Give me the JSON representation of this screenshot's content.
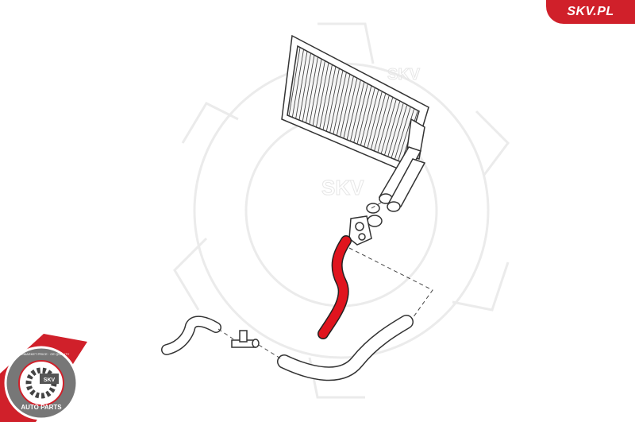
{
  "brand": {
    "badge_text": "SKV.PL",
    "watermark_text": "SKV",
    "logo": {
      "center_text": "SKV",
      "ring_top_text": "AFTERMARKET PRICE · OE QUALITY",
      "ring_bottom_text": "AUTO PARTS"
    }
  },
  "colors": {
    "accent": "#d0202a",
    "highlight_part": "#e0141e",
    "line": "#333333",
    "watermark": "#ececec"
  }
}
